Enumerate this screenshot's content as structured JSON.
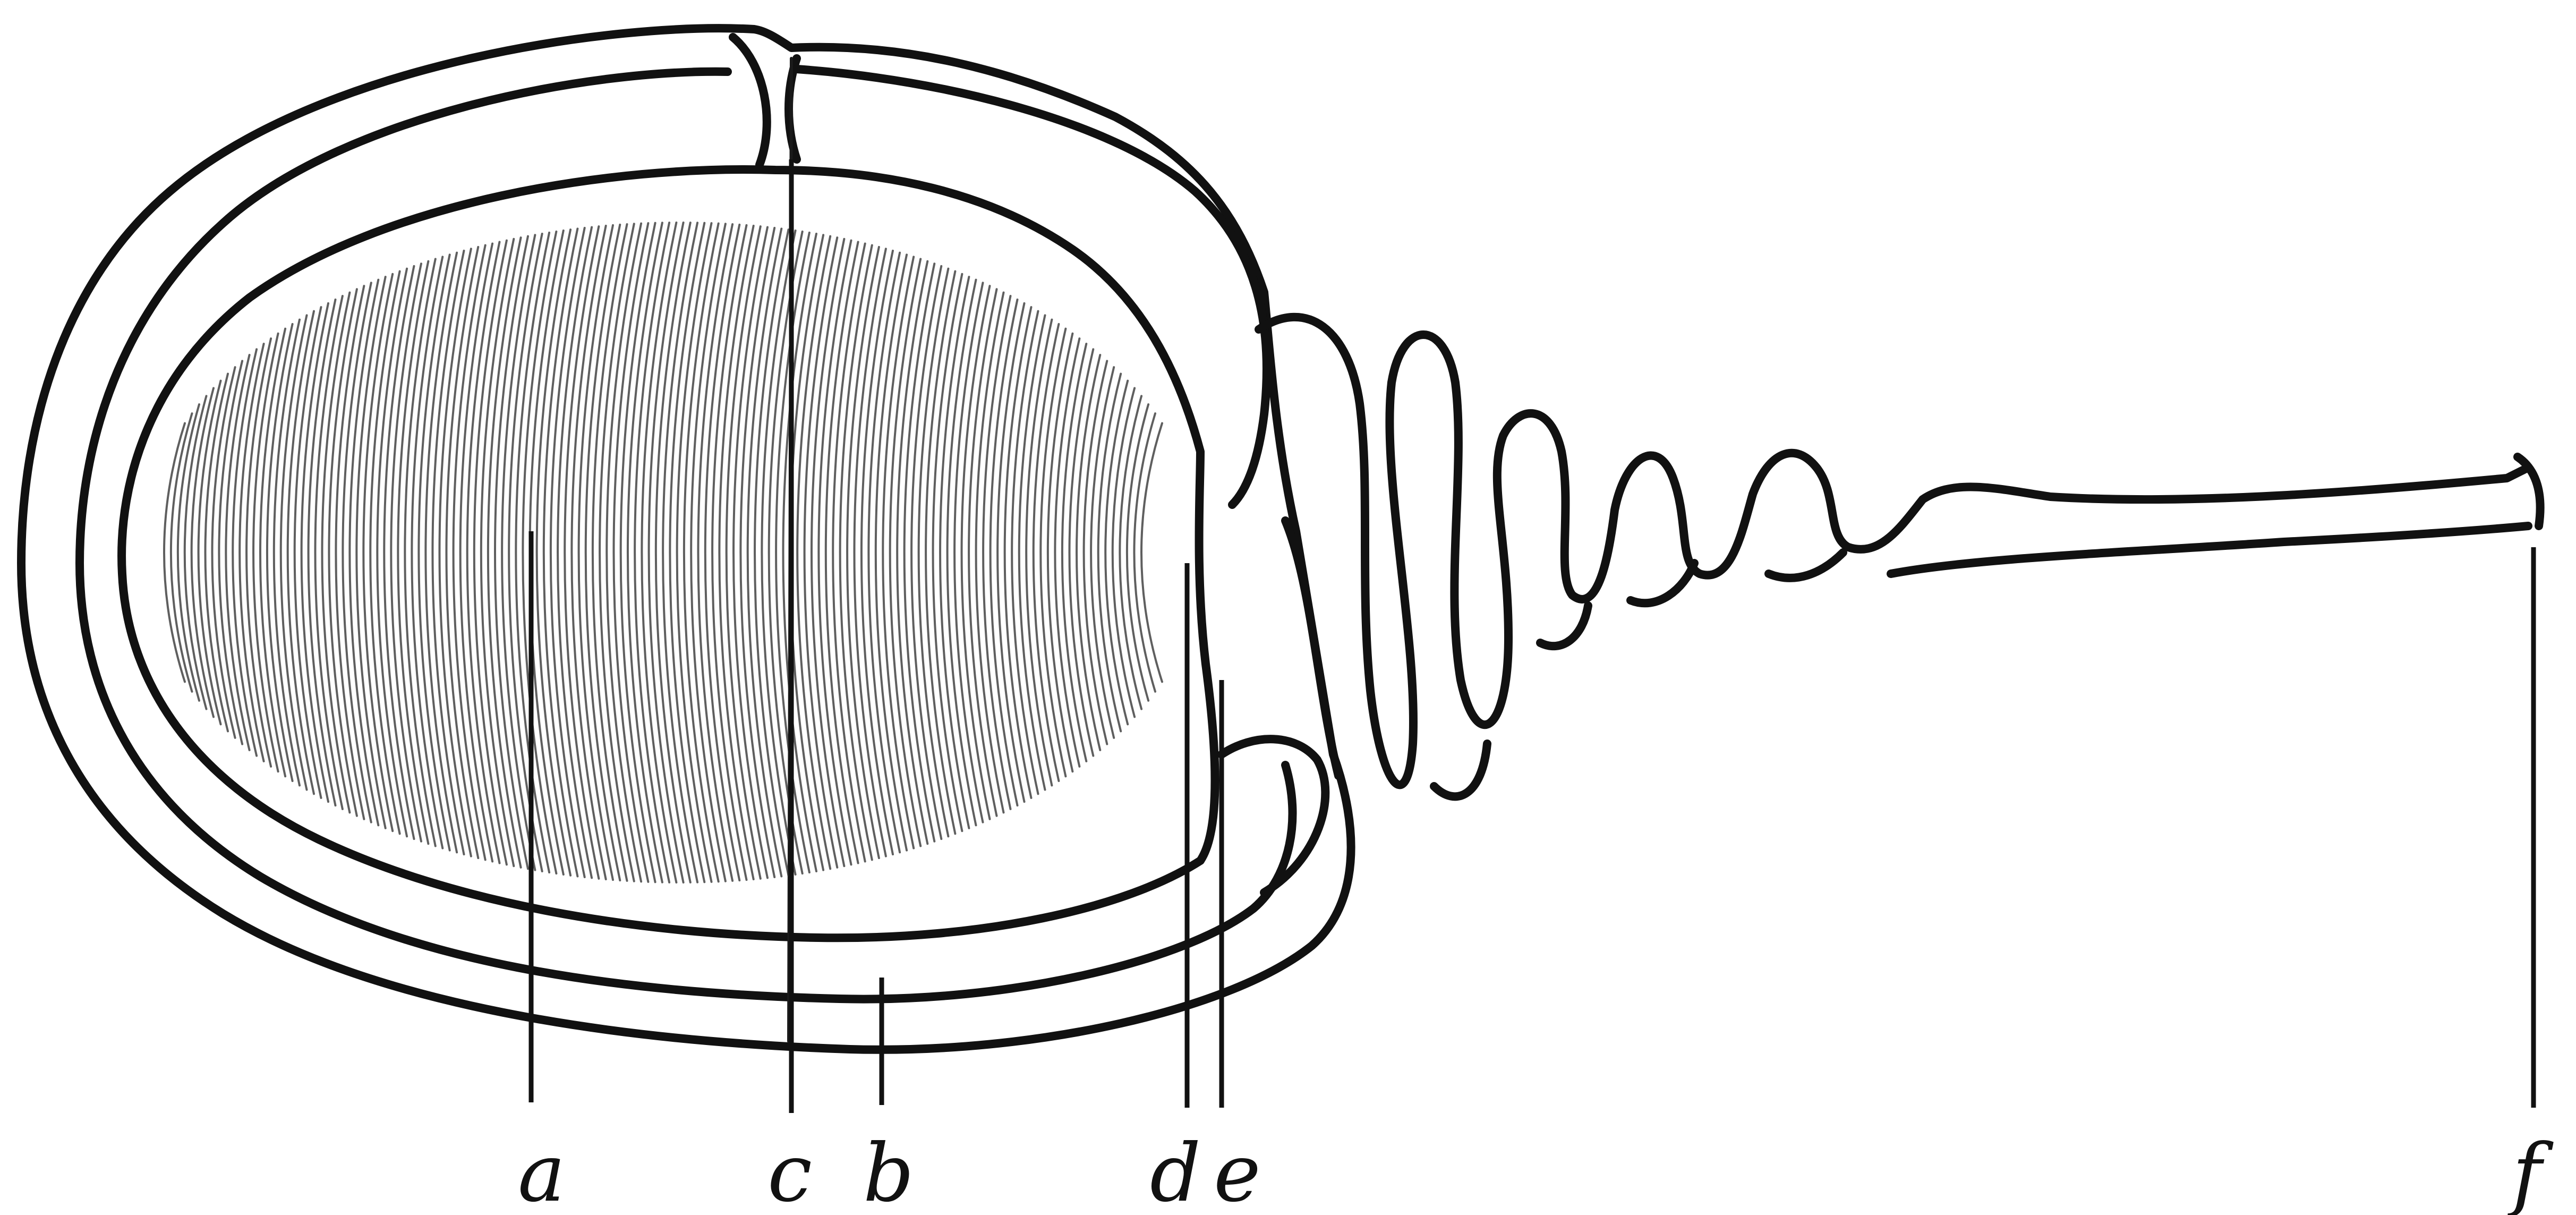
{
  "labels": {
    "a": "a",
    "c": "c",
    "b": "b",
    "d": "d",
    "e": "e",
    "f": "f"
  },
  "colors": {
    "ink": "#111111",
    "paper": "#ffffff"
  }
}
